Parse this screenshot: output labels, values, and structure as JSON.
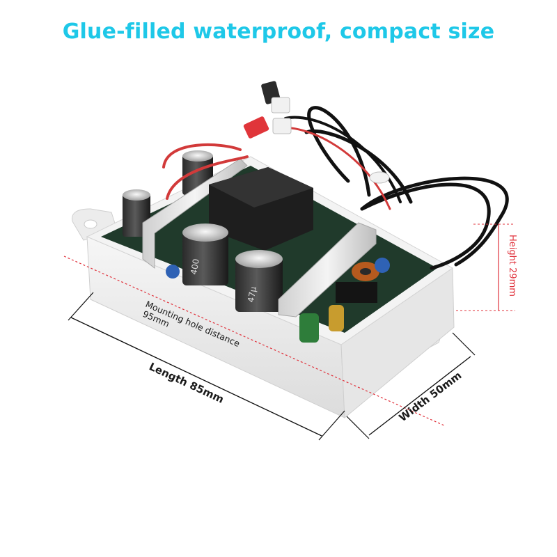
{
  "headline": "Glue-filled waterproof, compact size",
  "dimensions": {
    "mounting_hole_line1": "Mounting hole distance",
    "mounting_hole_line2": "95mm",
    "length": "Length 85mm",
    "width": "Width 50mm",
    "height": "Height 29mm"
  },
  "capacitors": {
    "large_a": "400",
    "large_b": "47µ"
  },
  "colors": {
    "headline": "#1ec8e8",
    "dimension_line": "#e0303a",
    "label": "#1a1a1a",
    "enclosure": "#f1f1f1",
    "pcb": "#1f3b2a"
  }
}
